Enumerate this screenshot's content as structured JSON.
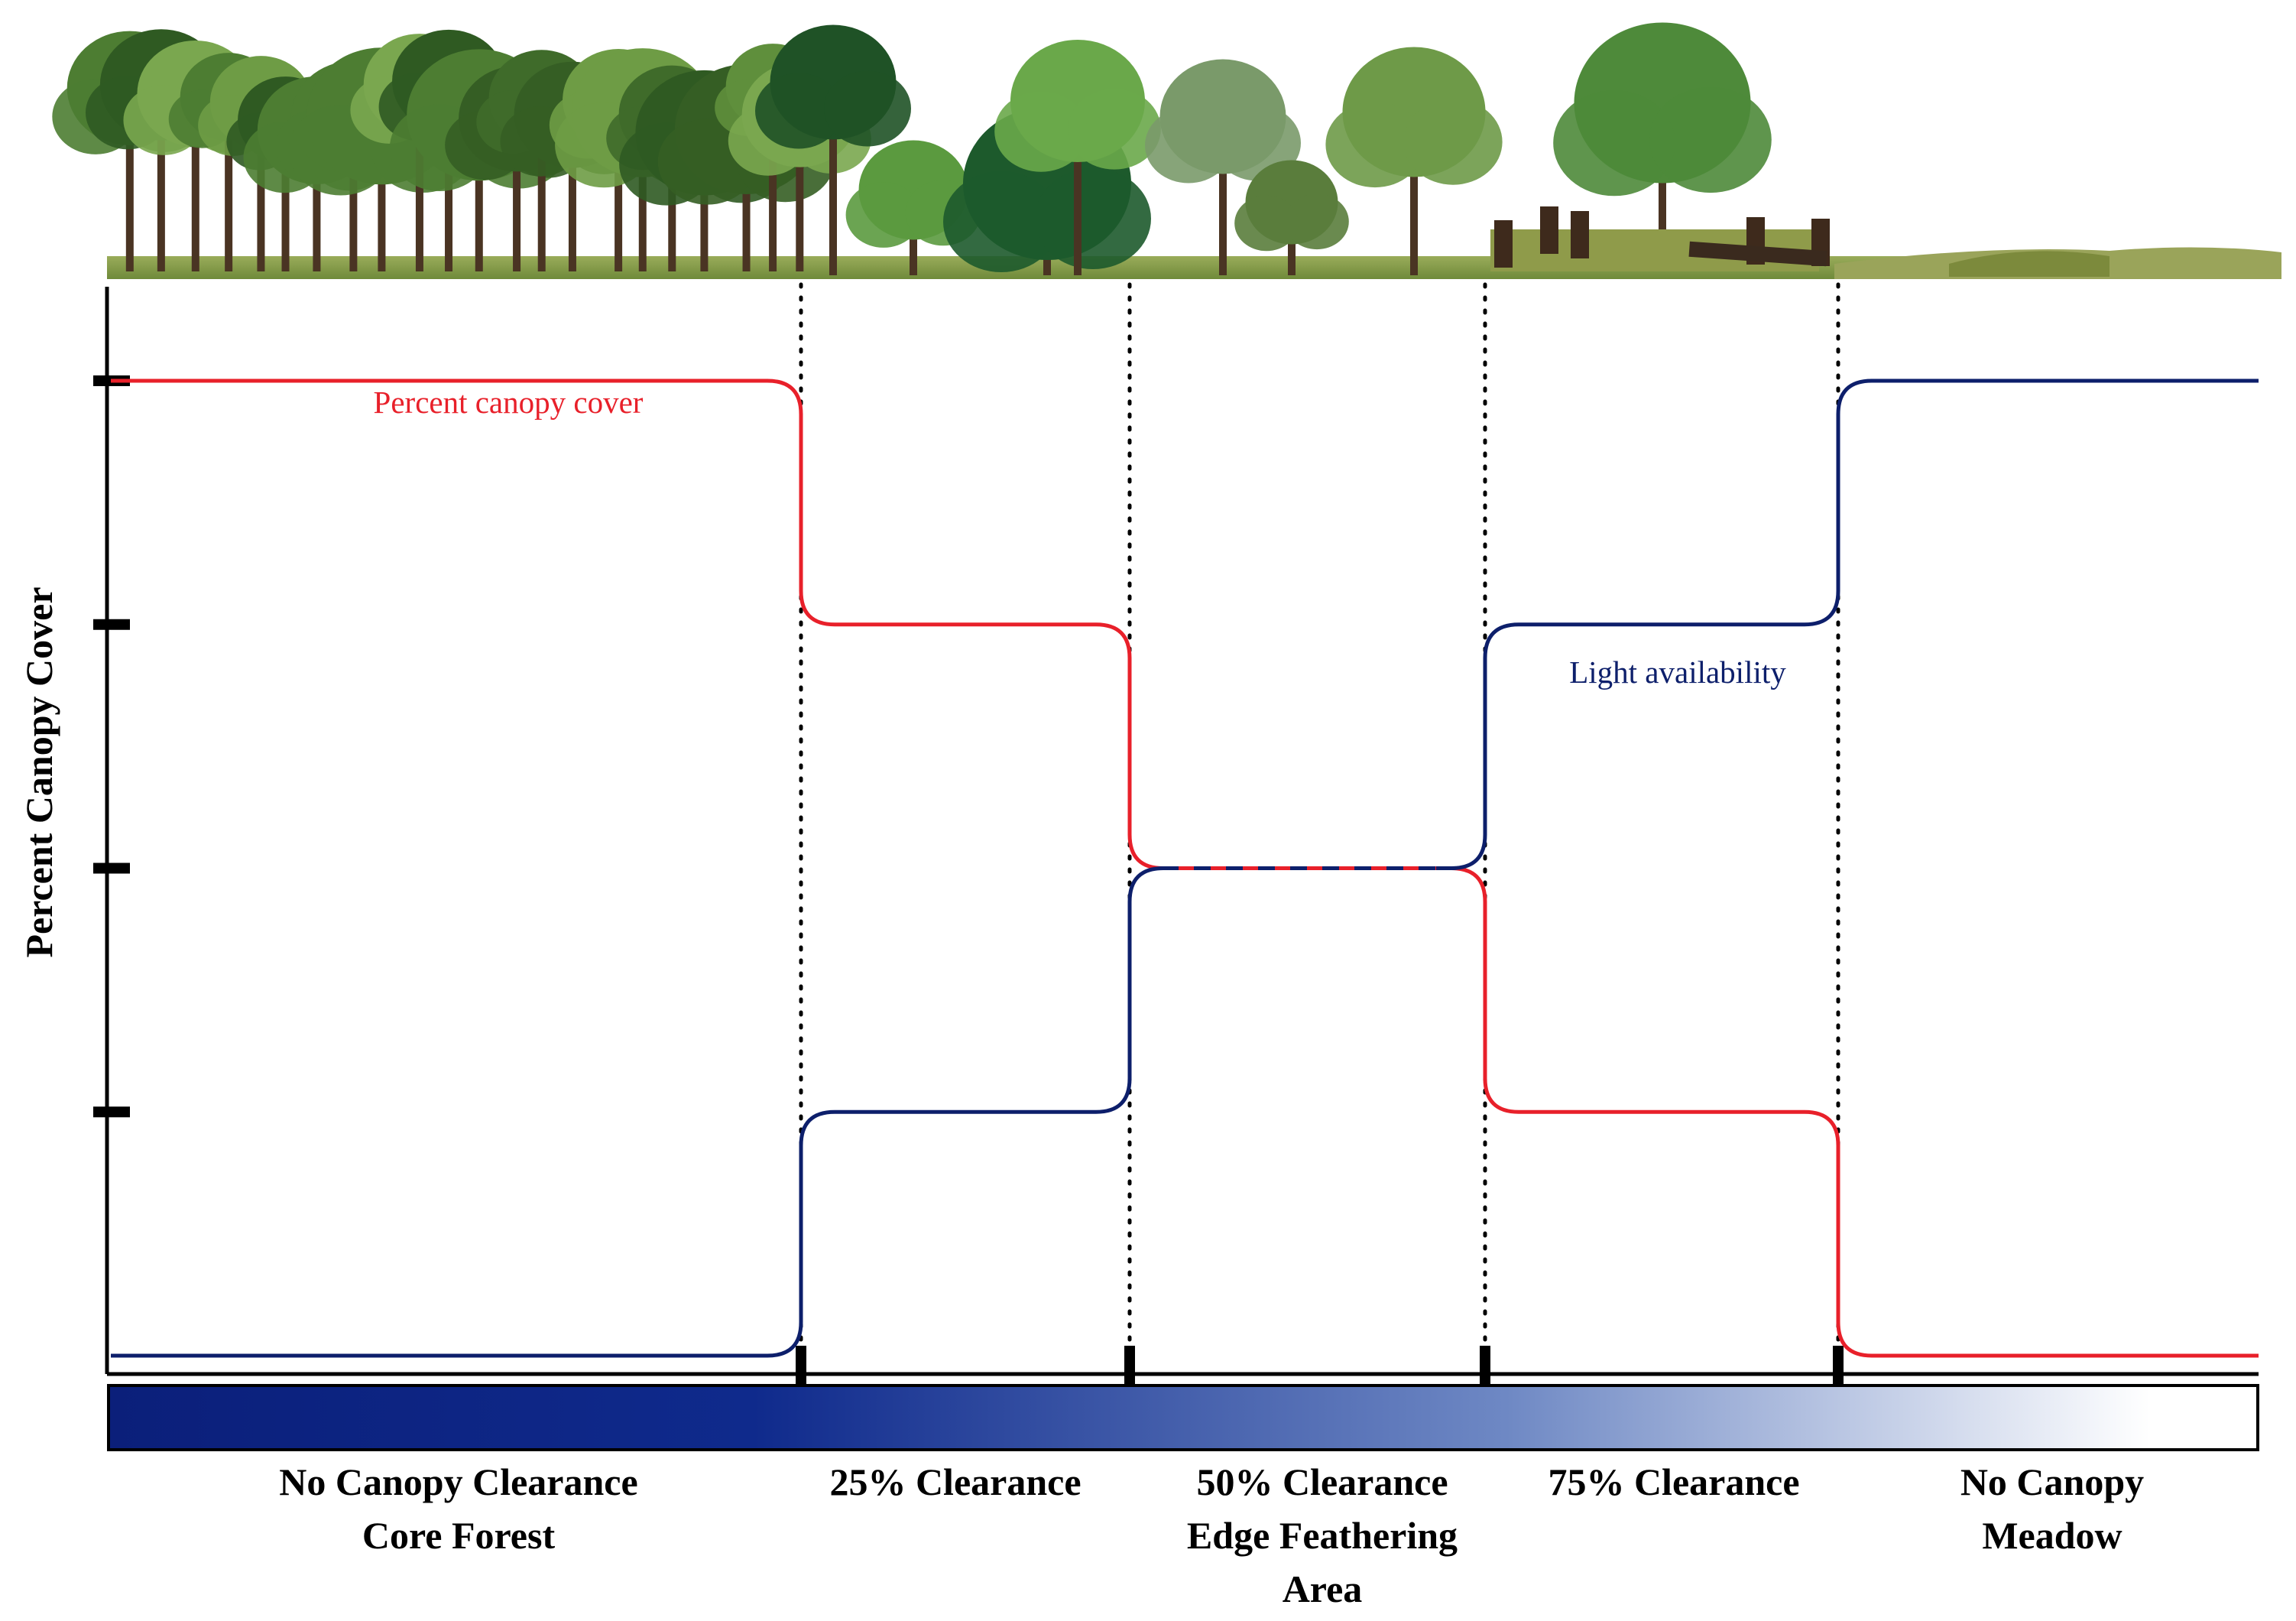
{
  "figure": {
    "y_axis_label": "Percent Canopy Cover"
  },
  "series_labels": {
    "canopy": "Percent canopy cover",
    "light": "Light availability"
  },
  "colors": {
    "canopy": "#e8202a",
    "light": "#0d1f6b",
    "gradient_dark": "#0b1f7a",
    "gradient_light": "#ffffff",
    "axis": "#000000"
  },
  "chart_data": {
    "type": "line",
    "title": "",
    "ylabel": "Percent Canopy Cover",
    "xlabel": "",
    "zones": [
      {
        "lines": [
          "No Canopy Clearance",
          "Core Forest"
        ]
      },
      {
        "lines": [
          "25% Clearance"
        ]
      },
      {
        "lines": [
          "50% Clearance",
          "Edge Feathering",
          "Area"
        ]
      },
      {
        "lines": [
          "75% Clearance"
        ]
      },
      {
        "lines": [
          "No Canopy",
          "Meadow"
        ]
      }
    ],
    "y_levels": [
      100,
      75,
      50,
      25,
      0
    ],
    "series": [
      {
        "name": "Percent canopy cover",
        "values": [
          100,
          75,
          50,
          25,
          0
        ]
      },
      {
        "name": "Light availability",
        "values": [
          0,
          25,
          50,
          75,
          100
        ]
      }
    ],
    "ylim": [
      0,
      100
    ],
    "grid": false,
    "icons": [
      "forest-illustration",
      "clearance-gradient-bar"
    ]
  }
}
